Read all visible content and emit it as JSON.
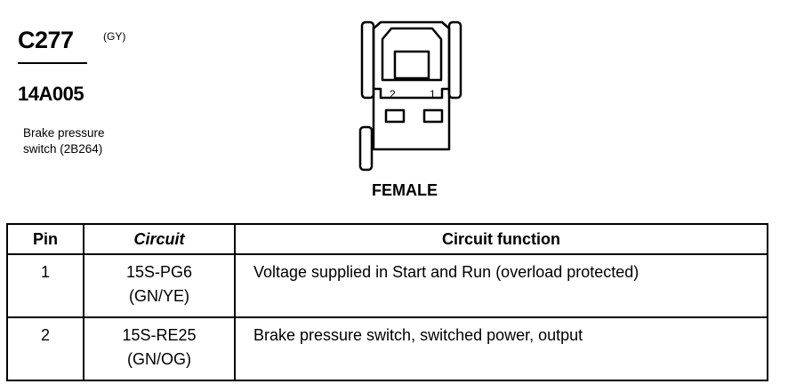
{
  "header": {
    "connector_id": "C277",
    "color_code": "(GY)",
    "part_number": "14A005",
    "description_line1": "Brake pressure",
    "description_line2": "switch (2B264)"
  },
  "diagram": {
    "pin_labels": [
      "2",
      "1"
    ],
    "gender": "FEMALE"
  },
  "table": {
    "headers": [
      "Pin",
      "Circuit",
      "Circuit function"
    ],
    "rows": [
      {
        "pin": "1",
        "circuit": "15S-PG6",
        "color": "(GN/YE)",
        "function": "Voltage supplied in Start and Run (overload protected)"
      },
      {
        "pin": "2",
        "circuit": "15S-RE25",
        "color": "(GN/OG)",
        "function": "Brake pressure switch, switched power, output"
      }
    ]
  }
}
